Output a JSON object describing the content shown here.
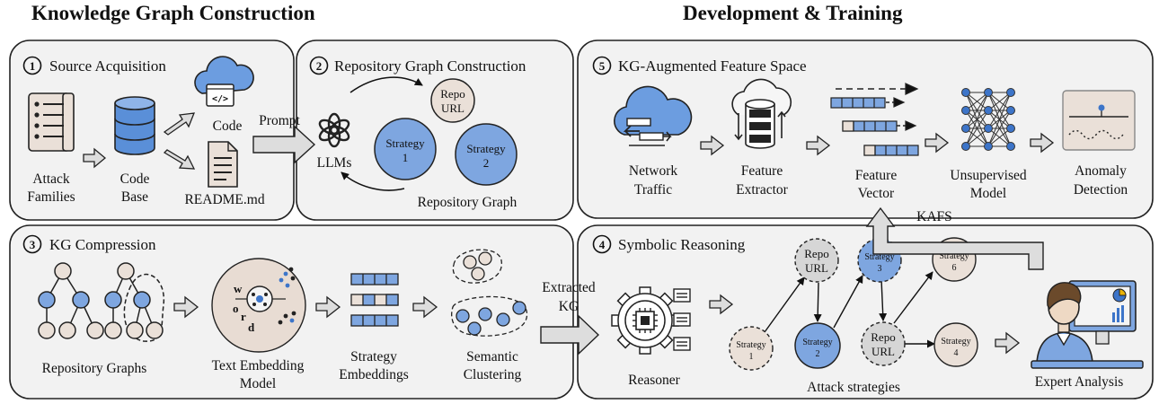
{
  "headers": {
    "left": "Knowledge Graph Construction",
    "right": "Development & Training"
  },
  "panels": {
    "source": {
      "number": "1",
      "title": "Source Acquisition",
      "attack_families_1": "Attack",
      "attack_families_2": "Families",
      "code_base_1": "Code",
      "code_base_2": "Base",
      "code": "Code",
      "readme": "README.md",
      "code_glyph": "</>"
    },
    "repo_graph": {
      "number": "2",
      "title": "Repository Graph Construction",
      "prompt": "Prompt",
      "llms": "LLMs",
      "repo_url_1": "Repo",
      "repo_url_2": "URL",
      "strategy1_1": "Strategy",
      "strategy1_2": "1",
      "strategy2_1": "Strategy",
      "strategy2_2": "2",
      "caption": "Repository Graph"
    },
    "compression": {
      "number": "3",
      "title": "KG Compression",
      "repo_graphs": "Repository Graphs",
      "text_embedding_1": "Text Embedding",
      "text_embedding_2": "Model",
      "strategy_emb_1": "Strategy",
      "strategy_emb_2": "Embeddings",
      "semantic_1": "Semantic",
      "semantic_2": "Clustering",
      "extracted_1": "Extracted",
      "extracted_2": "KG",
      "word_letters": [
        "w",
        "o",
        "r",
        "d"
      ]
    },
    "reasoning": {
      "number": "4",
      "title": "Symbolic Reasoning",
      "reasoner": "Reasoner",
      "nodes": {
        "repo_top_1": "Repo",
        "repo_top_2": "URL",
        "s3_1": "Strategy",
        "s3_2": "3",
        "s6_1": "Strategy",
        "s6_2": "6",
        "s1_1": "Strategy",
        "s1_2": "1",
        "s2_1": "Strategy",
        "s2_2": "2",
        "repo_bot_1": "Repo",
        "repo_bot_2": "URL",
        "s4_1": "Strategy",
        "s4_2": "4"
      },
      "caption": "Attack strategies",
      "expert": "Expert Analysis",
      "kafs": "KAFS"
    },
    "feature_space": {
      "number": "5",
      "title": "KG-Augmented Feature Space",
      "network_1": "Network",
      "network_2": "Traffic",
      "extractor_1": "Feature",
      "extractor_2": "Extractor",
      "vector_1": "Feature",
      "vector_2": "Vector",
      "model_1": "Unsupervised",
      "model_2": "Model",
      "anomaly_1": "Anomaly",
      "anomaly_2": "Detection"
    }
  },
  "colors": {
    "panel_fill": "#f2f2f2",
    "blue_fill": "#7ea6e0",
    "blue_dark": "#3d75c9",
    "beige_fill": "#eae0d8",
    "node_outline": "#222222",
    "arrow_fill": "#dddddd",
    "dashed_gray": "#d6d6d6"
  },
  "icons": [
    "document-list-icon",
    "database-icon",
    "cloud-code-icon",
    "file-icon",
    "openai-logo-icon",
    "gear-chip-icon",
    "network-cloud-icon",
    "feature-extractor-icon",
    "neural-network-icon",
    "anomaly-chart-icon",
    "expert-user-icon"
  ]
}
